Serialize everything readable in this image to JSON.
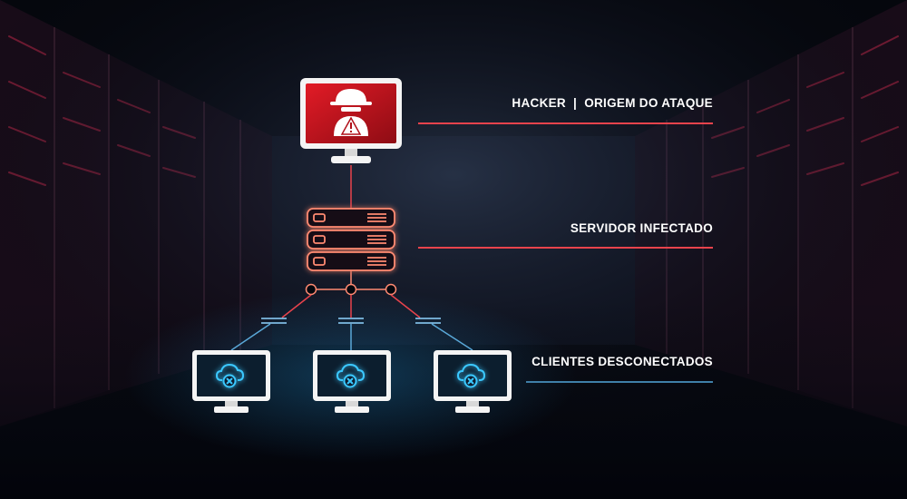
{
  "labels": {
    "hacker_prefix": "HACKER",
    "hacker_separator": "|",
    "hacker_suffix": "ORIGEM DO ATAQUE",
    "server": "SERVIDOR INFECTADO",
    "clients": "CLIENTES DESCONECTADOS"
  },
  "colors": {
    "background": "#05070d",
    "attack_red": "#d0141f",
    "server_outline": "#ff8a72",
    "client_glow": "#3ac8ff",
    "client_screen": "#0c1e2e",
    "accent_line_red": "#e8434c",
    "accent_line_blue": "#3f7fa8"
  },
  "nodes": {
    "hacker": {
      "icon": "hacker-spy-icon",
      "badge": "warning-triangle-icon"
    },
    "server": {
      "icon": "server-rack-icon",
      "units": 3
    },
    "clients": [
      {
        "icon": "cloud-disconnected-icon"
      },
      {
        "icon": "cloud-disconnected-icon"
      },
      {
        "icon": "cloud-disconnected-icon"
      }
    ]
  }
}
